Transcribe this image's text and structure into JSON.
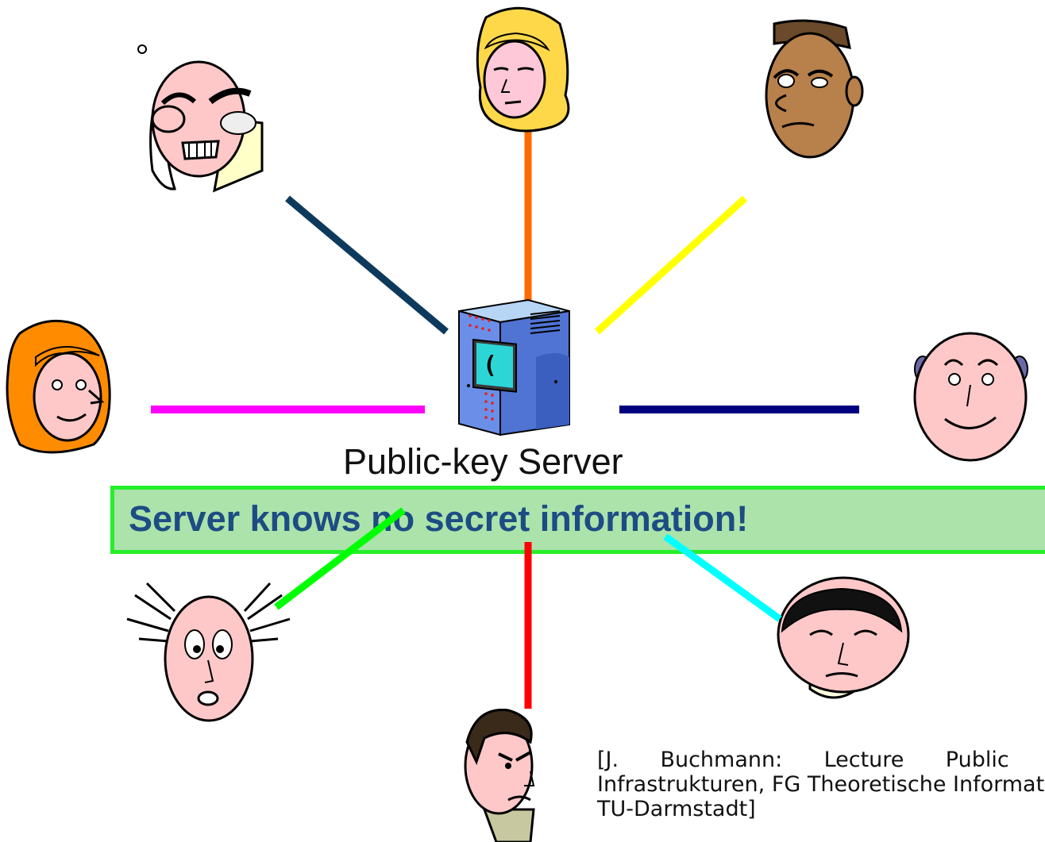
{
  "server": {
    "label": "Public-key Server",
    "icon": "server-tower-icon",
    "screen_glyph": "("
  },
  "banner": {
    "text": "Server knows no secret information!",
    "background": "#abe3ab",
    "border": "#27ee2a",
    "text_color": "#1d4c84"
  },
  "citation": {
    "line1": "[J. Buchmann: Lecture Public Key",
    "line2": "Infrastrukturen, FG Theoretische Informatik,",
    "line3": "TU-Darmstadt]"
  },
  "people": [
    {
      "name": "frustrated-bald-man",
      "icon": "frustrated-bald-man-icon",
      "link_color": "#0d3a5c"
    },
    {
      "name": "blonde-woman",
      "icon": "blonde-woman-icon",
      "link_color": "#ff6a00"
    },
    {
      "name": "suspicious-man",
      "icon": "suspicious-man-icon",
      "link_color": "#ffff00"
    },
    {
      "name": "red-haired-woman",
      "icon": "red-haired-woman-icon",
      "link_color": "#ff00ff"
    },
    {
      "name": "smiling-bald-man",
      "icon": "smiling-bald-man-icon",
      "link_color": "#00007f"
    },
    {
      "name": "spiky-haired-man",
      "icon": "spiky-haired-man-icon",
      "link_color": "#00ff00"
    },
    {
      "name": "sad-black-haired-man",
      "icon": "sad-black-haired-man-icon",
      "link_color": "#00ffff"
    },
    {
      "name": "angry-dark-haired-man",
      "icon": "angry-dark-haired-man-icon",
      "link_color": "#ff0000"
    }
  ]
}
